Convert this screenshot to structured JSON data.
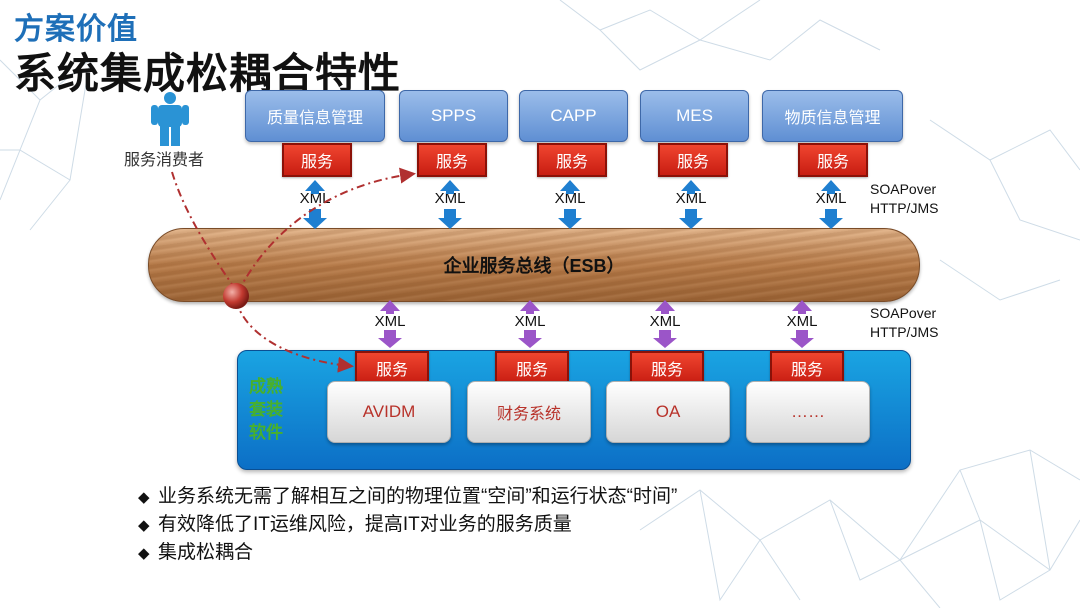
{
  "header": {
    "section_title": "方案价值",
    "main_title": "系统集成松耦合特性"
  },
  "consumer": {
    "label": "服务消费者",
    "icon": "person-icon"
  },
  "top_systems": [
    {
      "label": "质量信息管理",
      "service": "服务",
      "xml": "XML"
    },
    {
      "label": "SPPS",
      "service": "服务",
      "xml": "XML"
    },
    {
      "label": "CAPP",
      "service": "服务",
      "xml": "XML"
    },
    {
      "label": "MES",
      "service": "服务",
      "xml": "XML"
    },
    {
      "label": "物质信息管理",
      "service": "服务",
      "xml": "XML"
    }
  ],
  "top_protocol": {
    "line1": "SOAPover",
    "line2": "HTTP/JMS"
  },
  "esb": {
    "label": "企业服务总线（ESB）"
  },
  "bottom_protocol": {
    "line1": "SOAPover",
    "line2": "HTTP/JMS"
  },
  "bottom_panel": {
    "label": "成熟套装软件",
    "apps": [
      {
        "label": "AVIDM",
        "service": "服务",
        "xml": "XML"
      },
      {
        "label": "财务系统",
        "service": "服务",
        "xml": "XML"
      },
      {
        "label": "OA",
        "service": "服务",
        "xml": "XML"
      },
      {
        "label": "……",
        "service": "服务",
        "xml": "XML"
      }
    ]
  },
  "bullets": [
    "业务系统无需了解相互之间的物理位置“空间”和运行状态“时间”",
    "有效降低了IT运维风险，提高IT对业务的服务质量",
    "集成松耦合"
  ],
  "bullet_marker": "◆",
  "colors": {
    "title_blue": "#1e6fb8",
    "system_blue": "#5f8fd3",
    "service_red": "#d42a1a",
    "up_arrow_blue": "#1f7fd0",
    "purple_arrow": "#9b55c8",
    "panel_blue": "#0c6fc6",
    "panel_label_green": "#48b02c",
    "app_text_red": "#b8322a",
    "dash_red": "#b03030"
  }
}
